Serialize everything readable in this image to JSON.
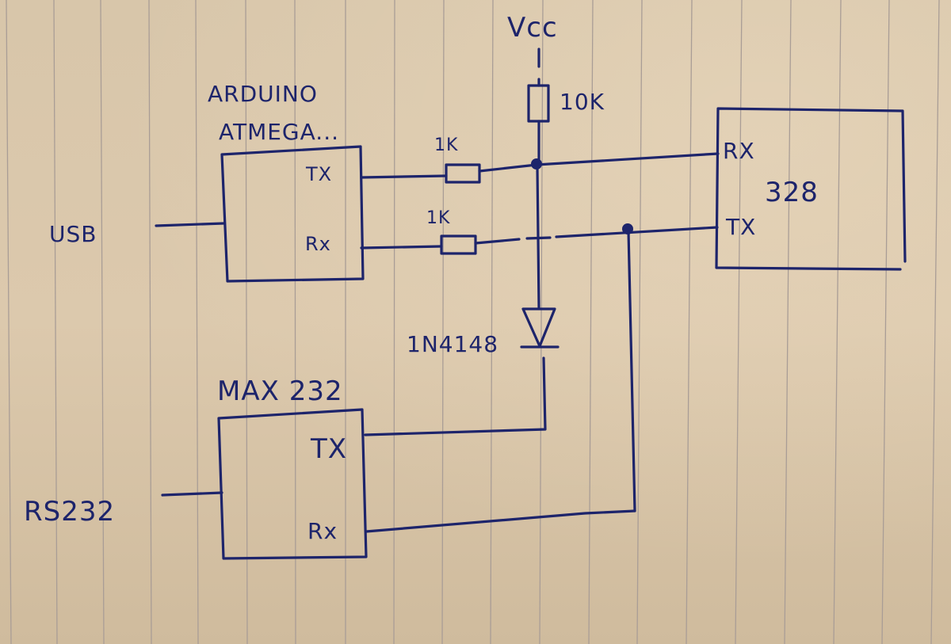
{
  "labels": {
    "vcc": "Vcc",
    "resistor_pullup": "10K",
    "arduino_line1": "ARDUINO",
    "arduino_line2": "ATMEGA...",
    "resistor_tx": "1K",
    "resistor_rx": "1K",
    "usb": "USB",
    "diode": "1N4148",
    "max232": "MAX 232",
    "rs232": "RS232",
    "chip_328": "328"
  },
  "pins": {
    "arduino_tx": "TX",
    "arduino_rx": "Rx",
    "max_tx": "TX",
    "max_rx": "Rx",
    "chip_rx": "RX",
    "chip_tx": "TX"
  },
  "colors": {
    "ink": "#1d246b",
    "paper": "#d9c7ab",
    "rule_lines": "#a99d96"
  }
}
